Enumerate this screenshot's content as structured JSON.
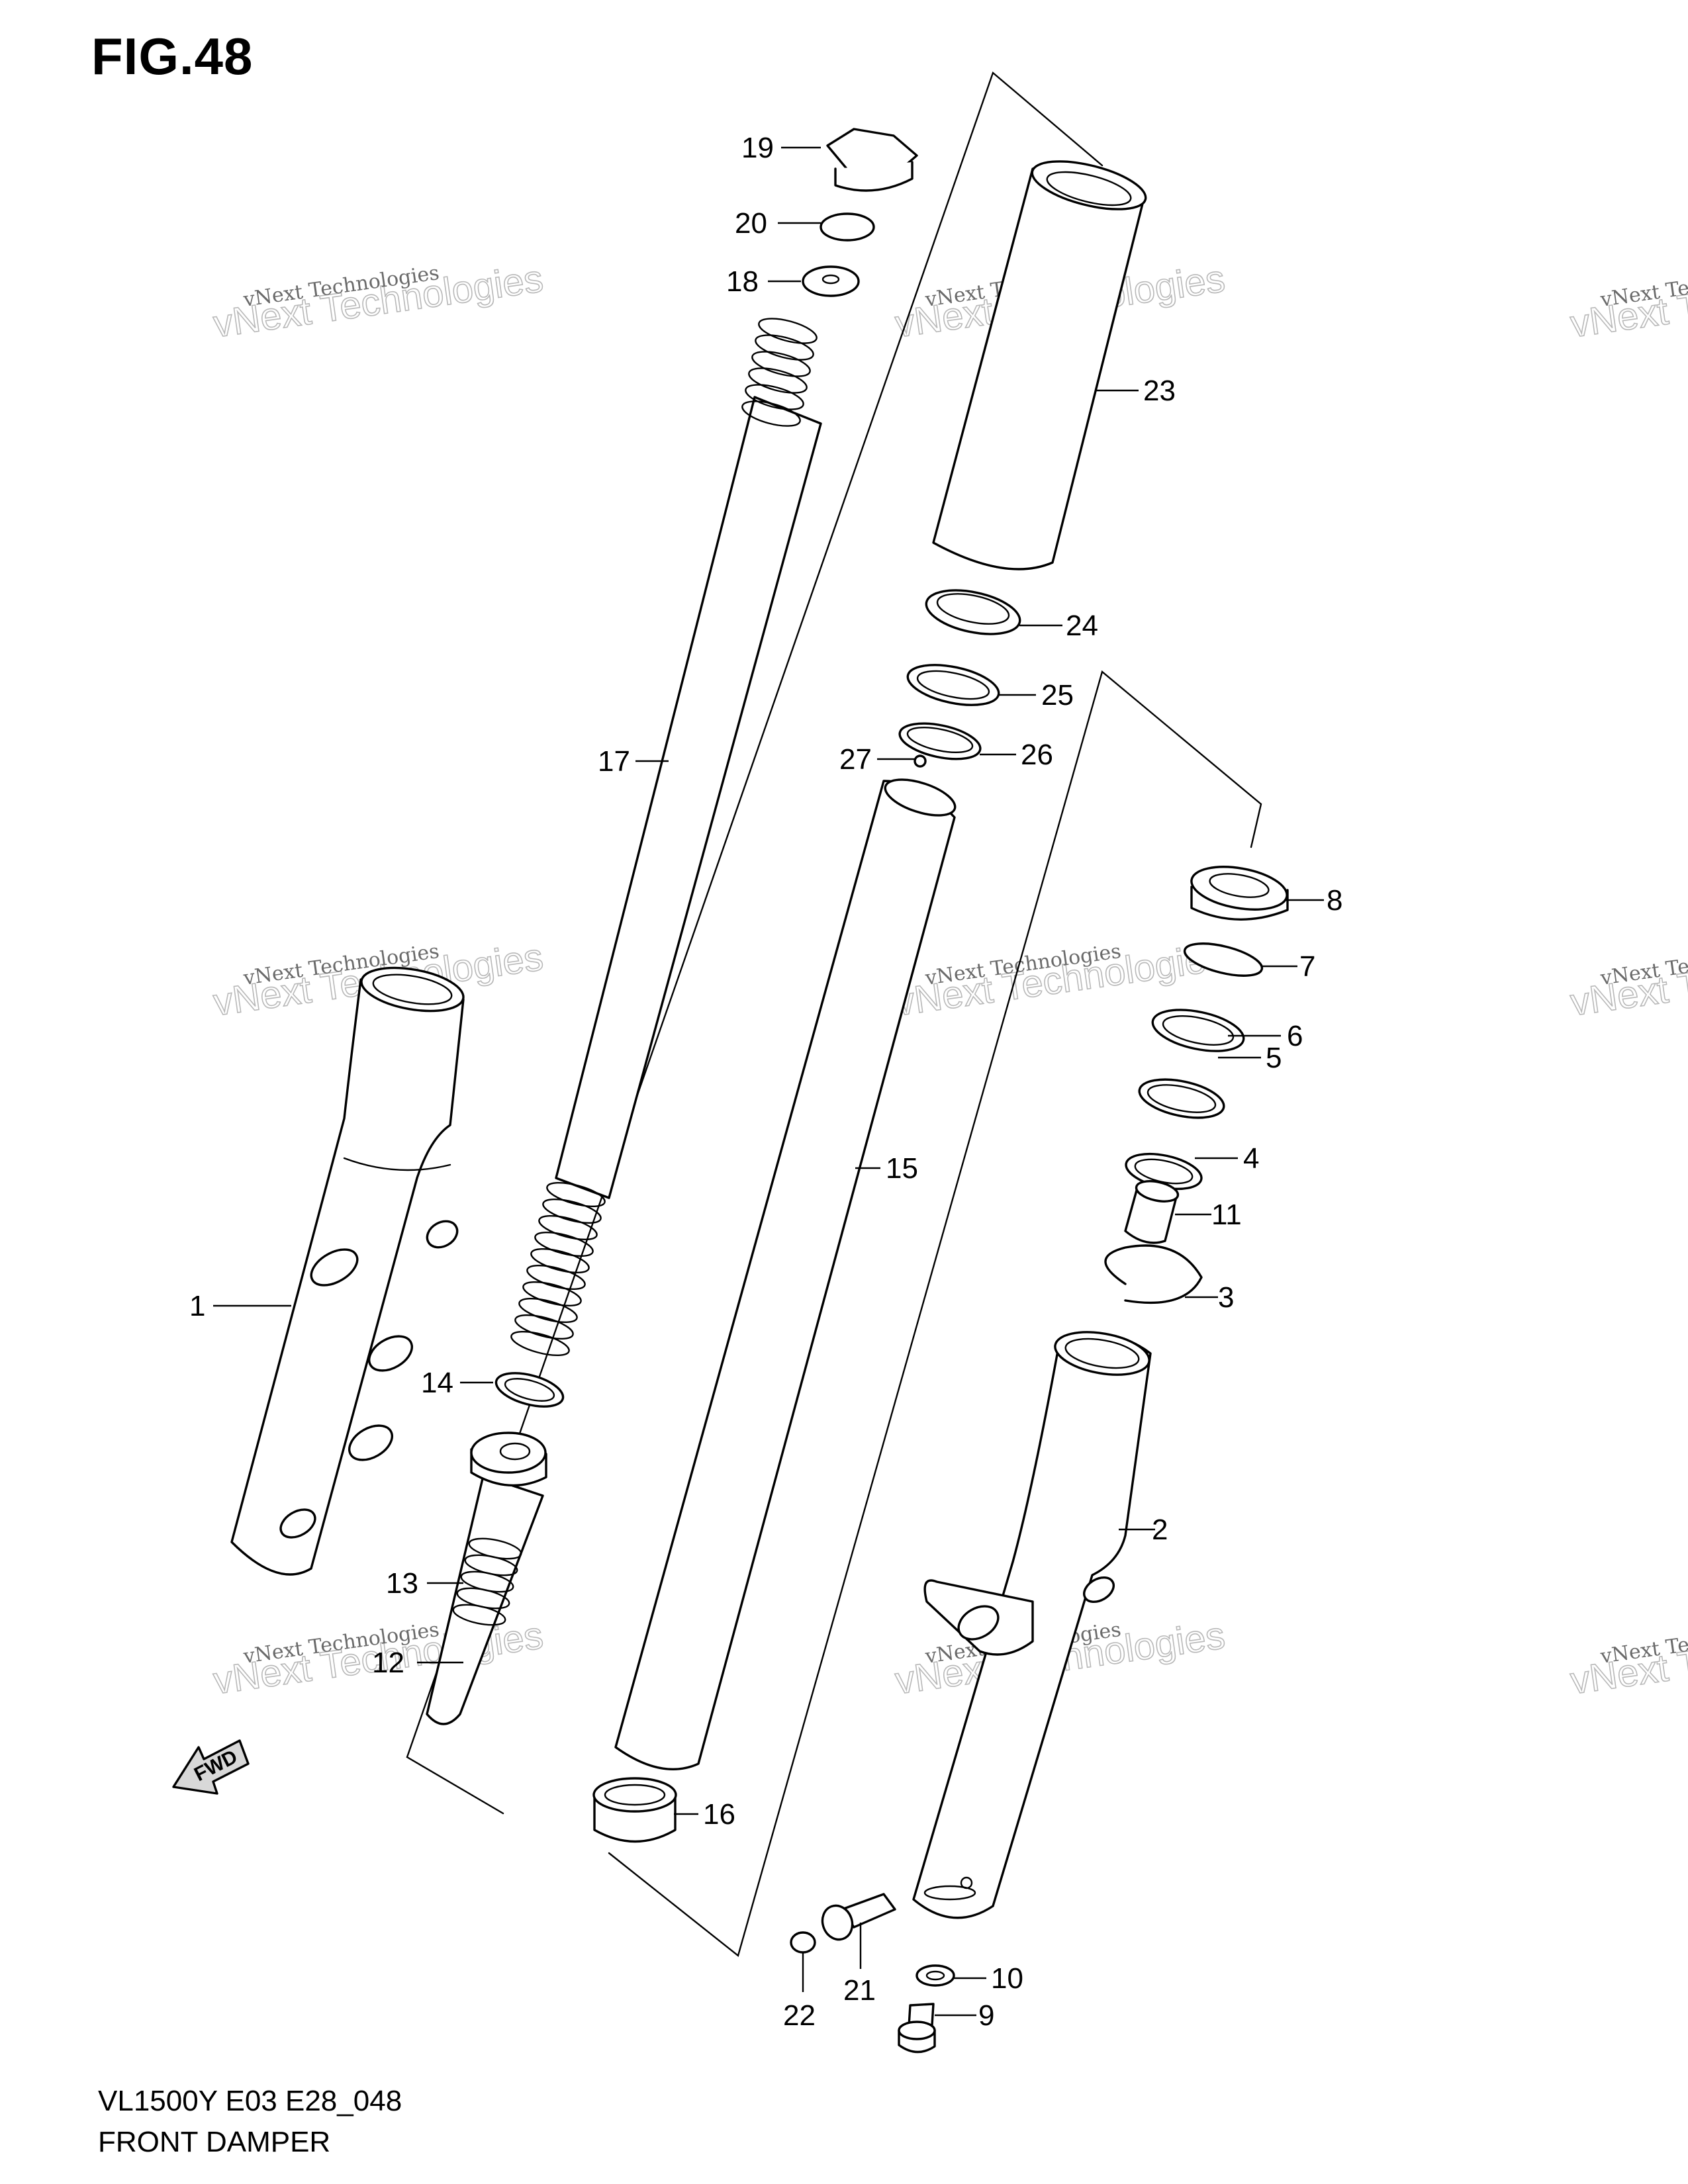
{
  "figure_title": "FIG.48",
  "footer": {
    "code": "VL1500Y E03 E28_048",
    "name": "FRONT DAMPER"
  },
  "watermark": {
    "small": "vNext Technologies",
    "big": "vNext Technologies"
  },
  "fwd_label": "FWD",
  "callouts": [
    "1",
    "2",
    "3",
    "4",
    "5",
    "6",
    "7",
    "8",
    "9",
    "10",
    "11",
    "12",
    "13",
    "14",
    "15",
    "16",
    "17",
    "18",
    "19",
    "20",
    "21",
    "22",
    "23",
    "24",
    "25",
    "26",
    "27"
  ]
}
